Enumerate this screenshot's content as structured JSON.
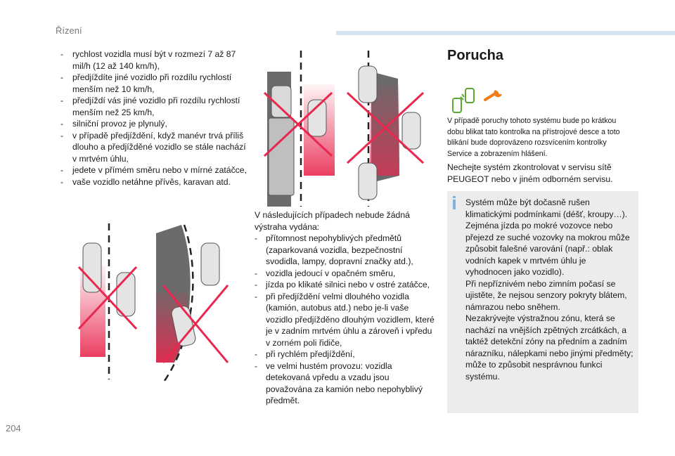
{
  "header": {
    "title": "Řízení"
  },
  "page_number": "204",
  "col1": {
    "items": [
      "rychlost vozidla musí být v rozmezí 7 až 87 mil/h (12 až 140 km/h),",
      "předjíždíte jiné vozidlo při rozdílu rychlostí menším než 10 km/h,",
      "předjíždí vás jiné vozidlo při rozdílu rychlostí menším než 25 km/h,",
      "silniční provoz je plynulý,",
      "v případě předjíždění, když manévr trvá příliš dlouho a předjížděné vozidlo se stále nachází v mrtvém úhlu,",
      "jedete v přímém směru nebo v mírné zatáčce,",
      "vaše vozidlo netáhne přívěs, karavan atd."
    ]
  },
  "col2": {
    "intro": "V následujících případech nebude žádná výstraha vydána:",
    "items": [
      "přítomnost nepohyblivých předmětů (zaparkovaná vozidla, bezpečnostní svodidla, lampy, dopravní značky atd.),",
      "vozidla jedoucí v opačném směru,",
      "jízda po klikaté silnici nebo v ostré zatáčce,",
      "při předjíždění velmi dlouhého vozidla (kamión, autobus atd.) nebo je-li vaše vozidlo předjížděno dlouhým vozidlem, které je v zadním mrtvém úhlu a zároveň i vpředu v zorném poli řidiče,",
      "při rychlém předjíždění,",
      "ve velmi hustém provozu: vozidla detekovaná vpředu a vzadu jsou považována za kamión nebo nepohyblivý předmět."
    ]
  },
  "section": {
    "title": "Porucha",
    "desc1": "V případě poruchy tohoto systému bude po krátkou dobu blikat tato kontrolka na přístrojové desce a toto blikání bude doprovázeno rozsvícením kontrolky Service a zobrazením hlášení.",
    "desc2": "Nechejte systém zkontrolovat v servisu sítě PEUGEOT nebo v jiném odborném servisu."
  },
  "info": {
    "paragraphs": [
      "Systém může být dočasně rušen klimatickými podmínkami (déšť, kroupy…).",
      "Zejména jízda po mokré vozovce nebo přejezd ze suché vozovky na mokrou může způsobit falešné varování (např.: oblak vodních kapek v mrtvém úhlu je vyhodnocen jako vozidlo).",
      "Při nepříznivém nebo zimním počasí se ujistěte, že nejsou senzory pokryty blátem, námrazou nebo sněhem.",
      "Nezakrývejte výstražnou zónu, která se nachází na vnějších zpětných zrcátkách, a taktéž detekční zóny na předním a zadním nárazníku, nálepkami nebo jinými předměty; může to způsobit nesprávnou funkci systému."
    ]
  },
  "colors": {
    "warning_zone": "#e8284f",
    "gray_zone": "#6b6b6b",
    "cross": "#e8284f",
    "icon_green": "#5aa832",
    "icon_orange": "#f07d1a",
    "info_box": "#ececec",
    "header_bar": "#d5e3f0"
  },
  "icons": [
    "blind-spot-warning-icon",
    "service-wrench-icon",
    "info-icon"
  ]
}
